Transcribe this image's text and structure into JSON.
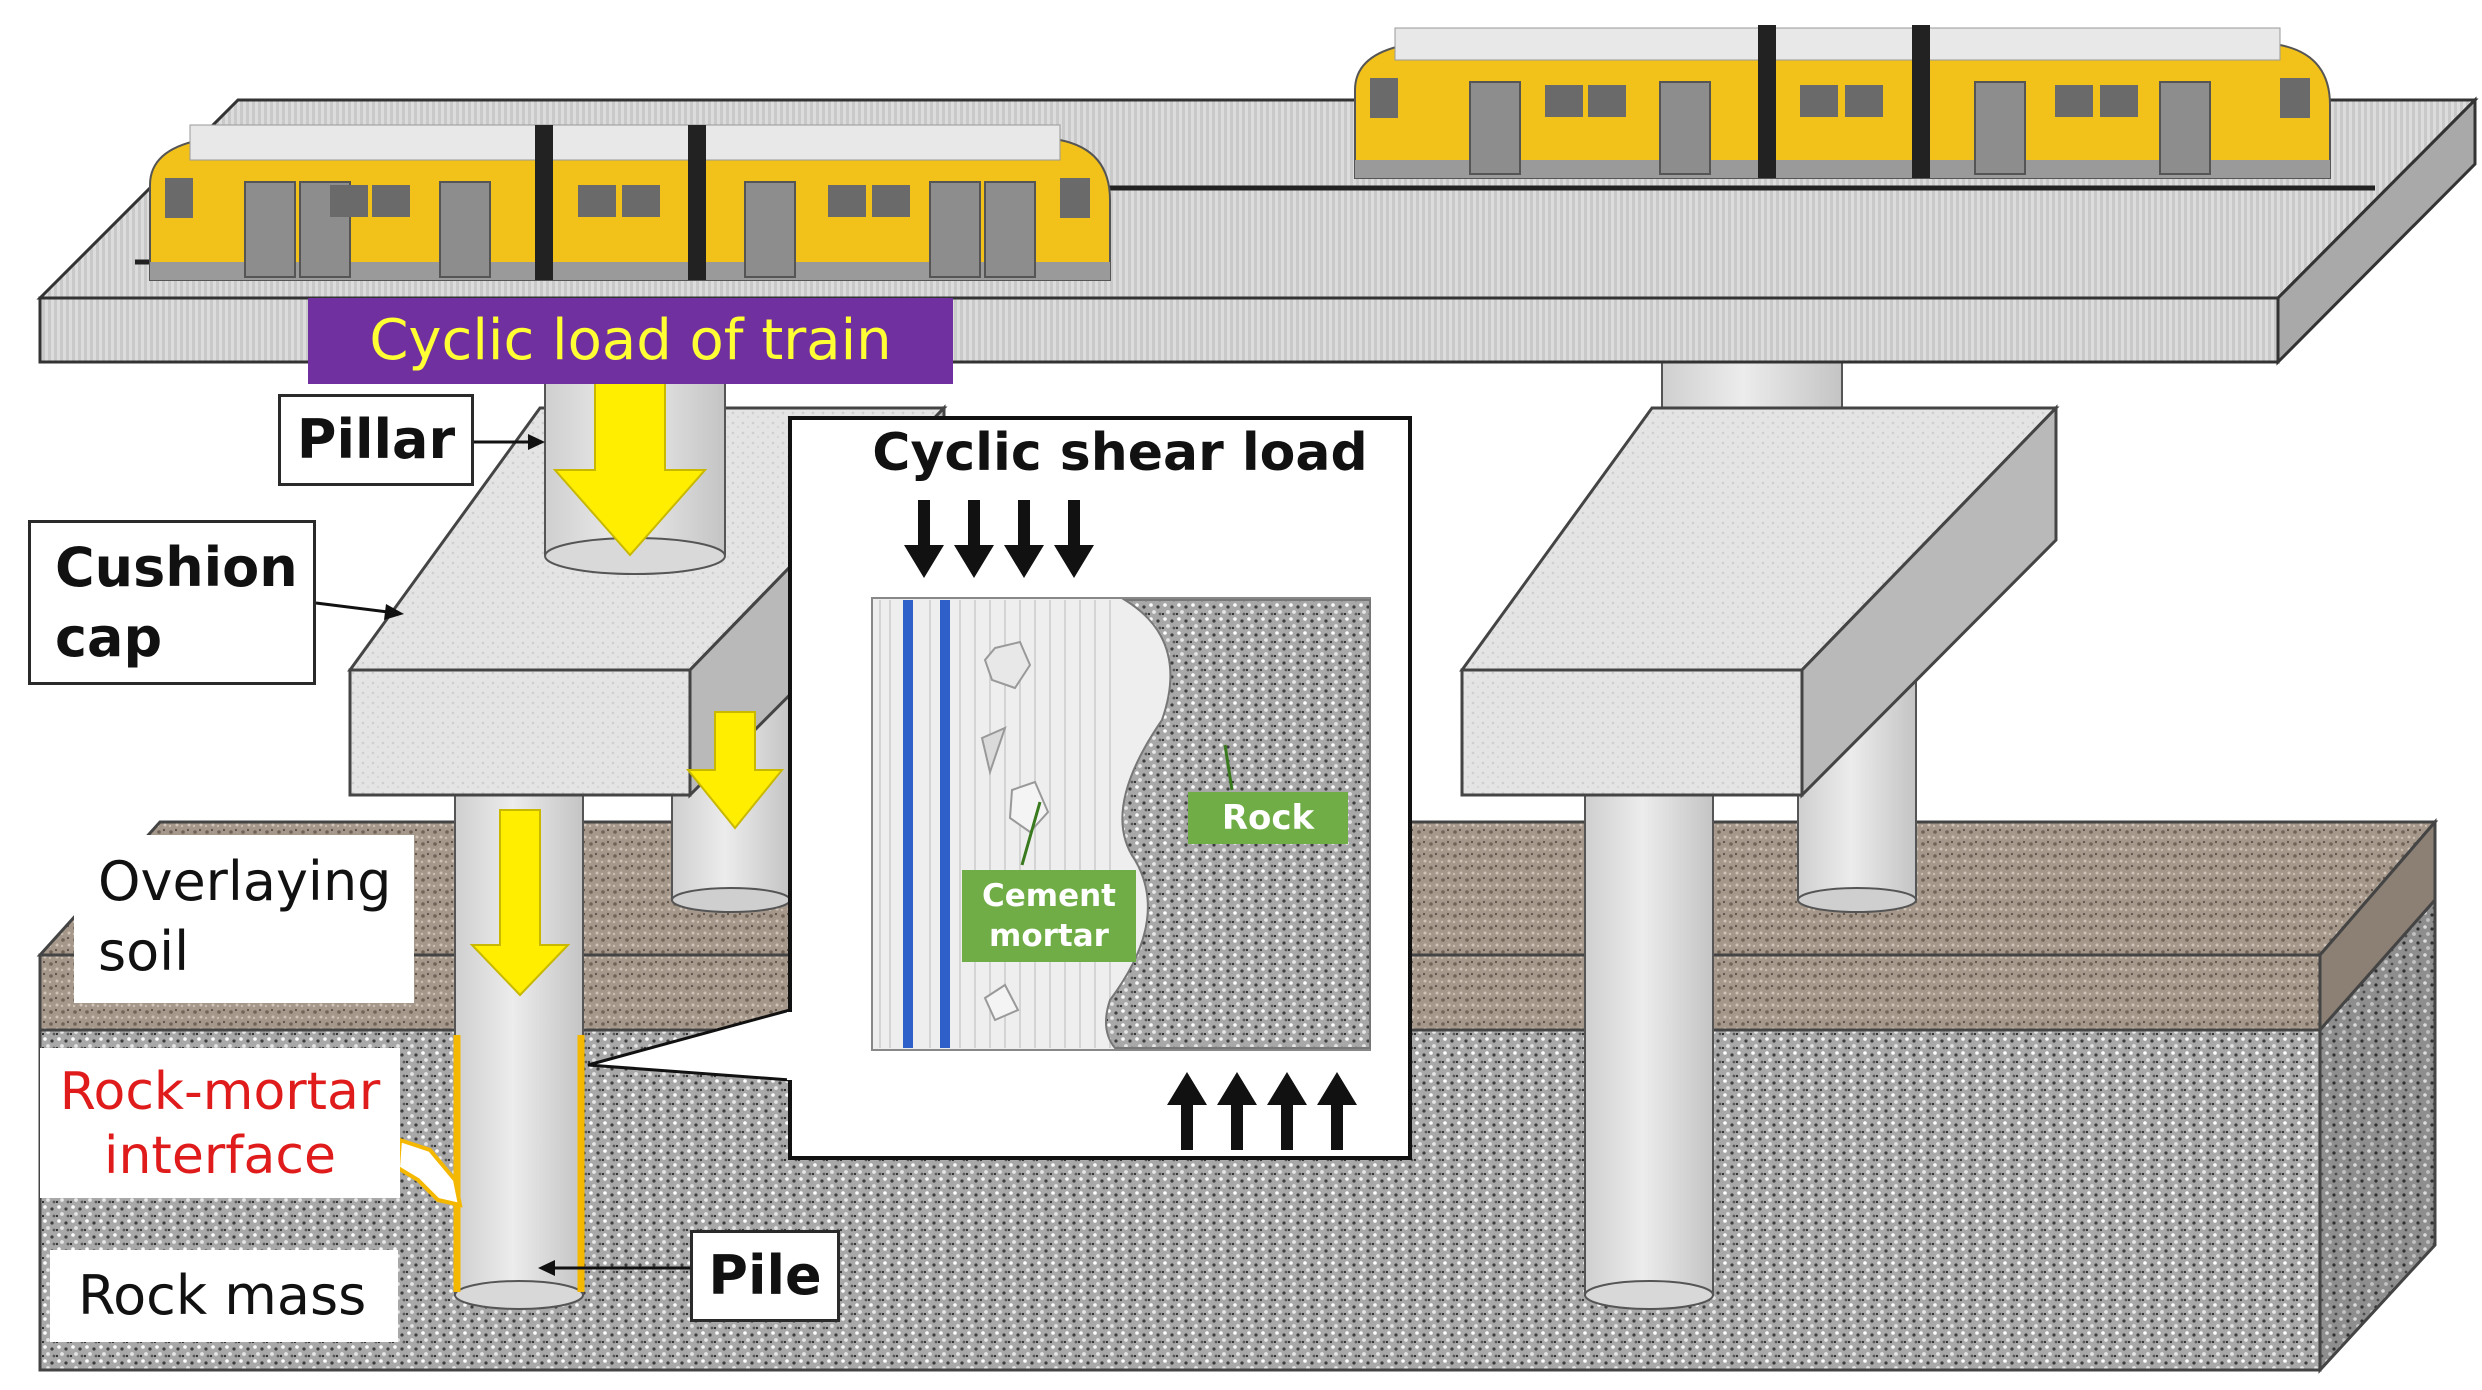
{
  "labels": {
    "cyclic_load_train": "Cyclic load of train",
    "pillar": "Pillar",
    "cushion_cap_line1": "Cushion",
    "cushion_cap_line2": "cap",
    "overlaying_soil_line1": "Overlaying",
    "overlaying_soil_line2": "soil",
    "interface_line1": "Rock-mortar",
    "interface_line2": "interface",
    "rock_mass": "Rock mass",
    "pile": "Pile",
    "cyclic_shear_load": "Cyclic shear load",
    "rock": "Rock",
    "cement_line1": "Cement",
    "cement_line2": "mortar"
  },
  "colors": {
    "train_load_bg": "#7030a0",
    "train_load_text": "#ffff33",
    "load_arrow": "#ffee00",
    "interface_text": "#e01b1b",
    "interface_line": "#f5b800",
    "green_label": "#70ad47",
    "train_body": "#f2c21b",
    "rebar": "#2f5fc8"
  },
  "icons": {
    "train": "train-icon",
    "load_arrow": "down-arrow-icon",
    "shear_arrows": "arrow-icon"
  }
}
